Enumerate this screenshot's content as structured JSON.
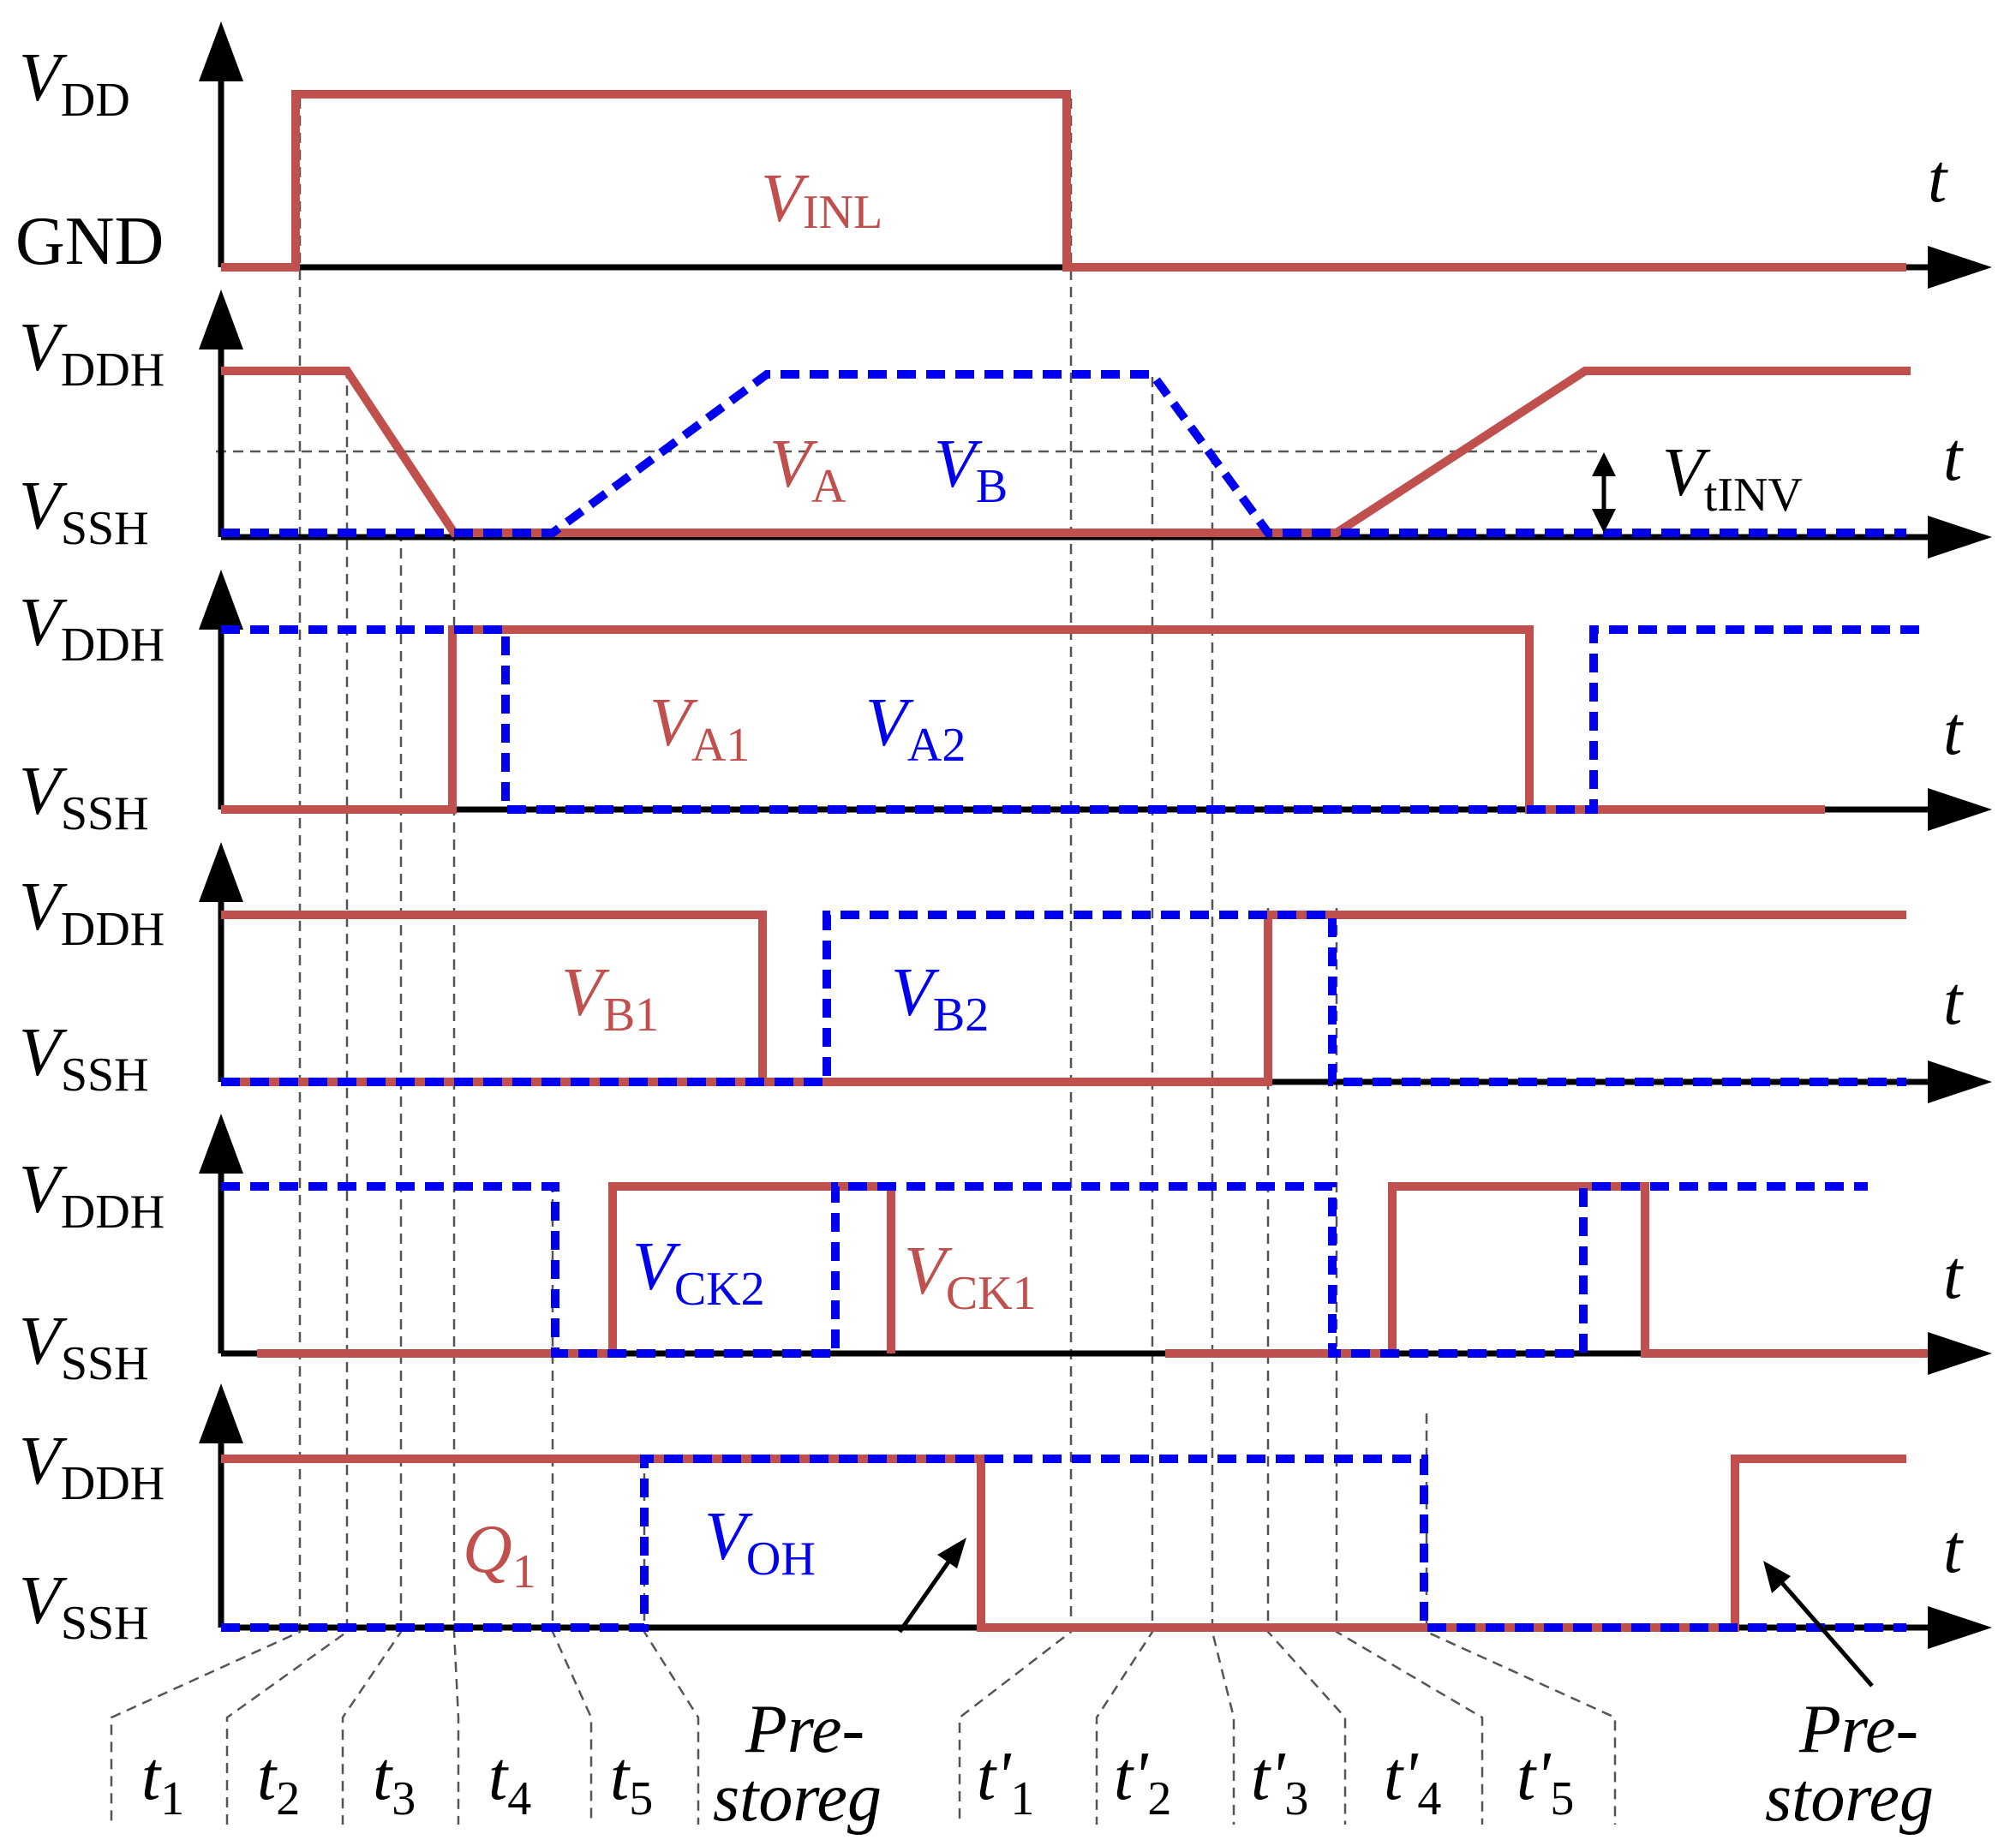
{
  "colors": {
    "signal_red": "#c0504d",
    "signal_blue": "#0000ee",
    "axis": "#000000"
  },
  "axis_var": "t",
  "levels": {
    "vdd_main": "V",
    "vdd_sub": "DD",
    "gnd": "GND",
    "vddh_main": "V",
    "vddh_sub": "DDH",
    "vssh_main": "V",
    "vssh_sub": "SSH"
  },
  "signals": {
    "vinl": {
      "main": "V",
      "sub": "INL"
    },
    "va": {
      "main": "V",
      "sub": "A"
    },
    "vb": {
      "main": "V",
      "sub": "B"
    },
    "vtinv": {
      "main": "V",
      "sub": "tINV"
    },
    "va1": {
      "main": "V",
      "sub": "A1"
    },
    "va2": {
      "main": "V",
      "sub": "A2"
    },
    "vb1": {
      "main": "V",
      "sub": "B1"
    },
    "vb2": {
      "main": "V",
      "sub": "B2"
    },
    "vck2": {
      "main": "V",
      "sub": "CK2"
    },
    "vck1": {
      "main": "V",
      "sub": "CK1"
    },
    "q1": {
      "main": "Q",
      "sub": "1"
    },
    "voh": {
      "main": "V",
      "sub": "OH"
    }
  },
  "time_labels": [
    {
      "main": "t",
      "sub": "1"
    },
    {
      "main": "t",
      "sub": "2"
    },
    {
      "main": "t",
      "sub": "3"
    },
    {
      "main": "t",
      "sub": "4"
    },
    {
      "main": "t",
      "sub": "5"
    },
    {
      "main": "t'",
      "sub": "1"
    },
    {
      "main": "t'",
      "sub": "2"
    },
    {
      "main": "t'",
      "sub": "3"
    },
    {
      "main": "t'",
      "sub": "4"
    },
    {
      "main": "t'",
      "sub": "5"
    }
  ],
  "prestore": {
    "line1": "Pre-",
    "line2": "storeg"
  }
}
